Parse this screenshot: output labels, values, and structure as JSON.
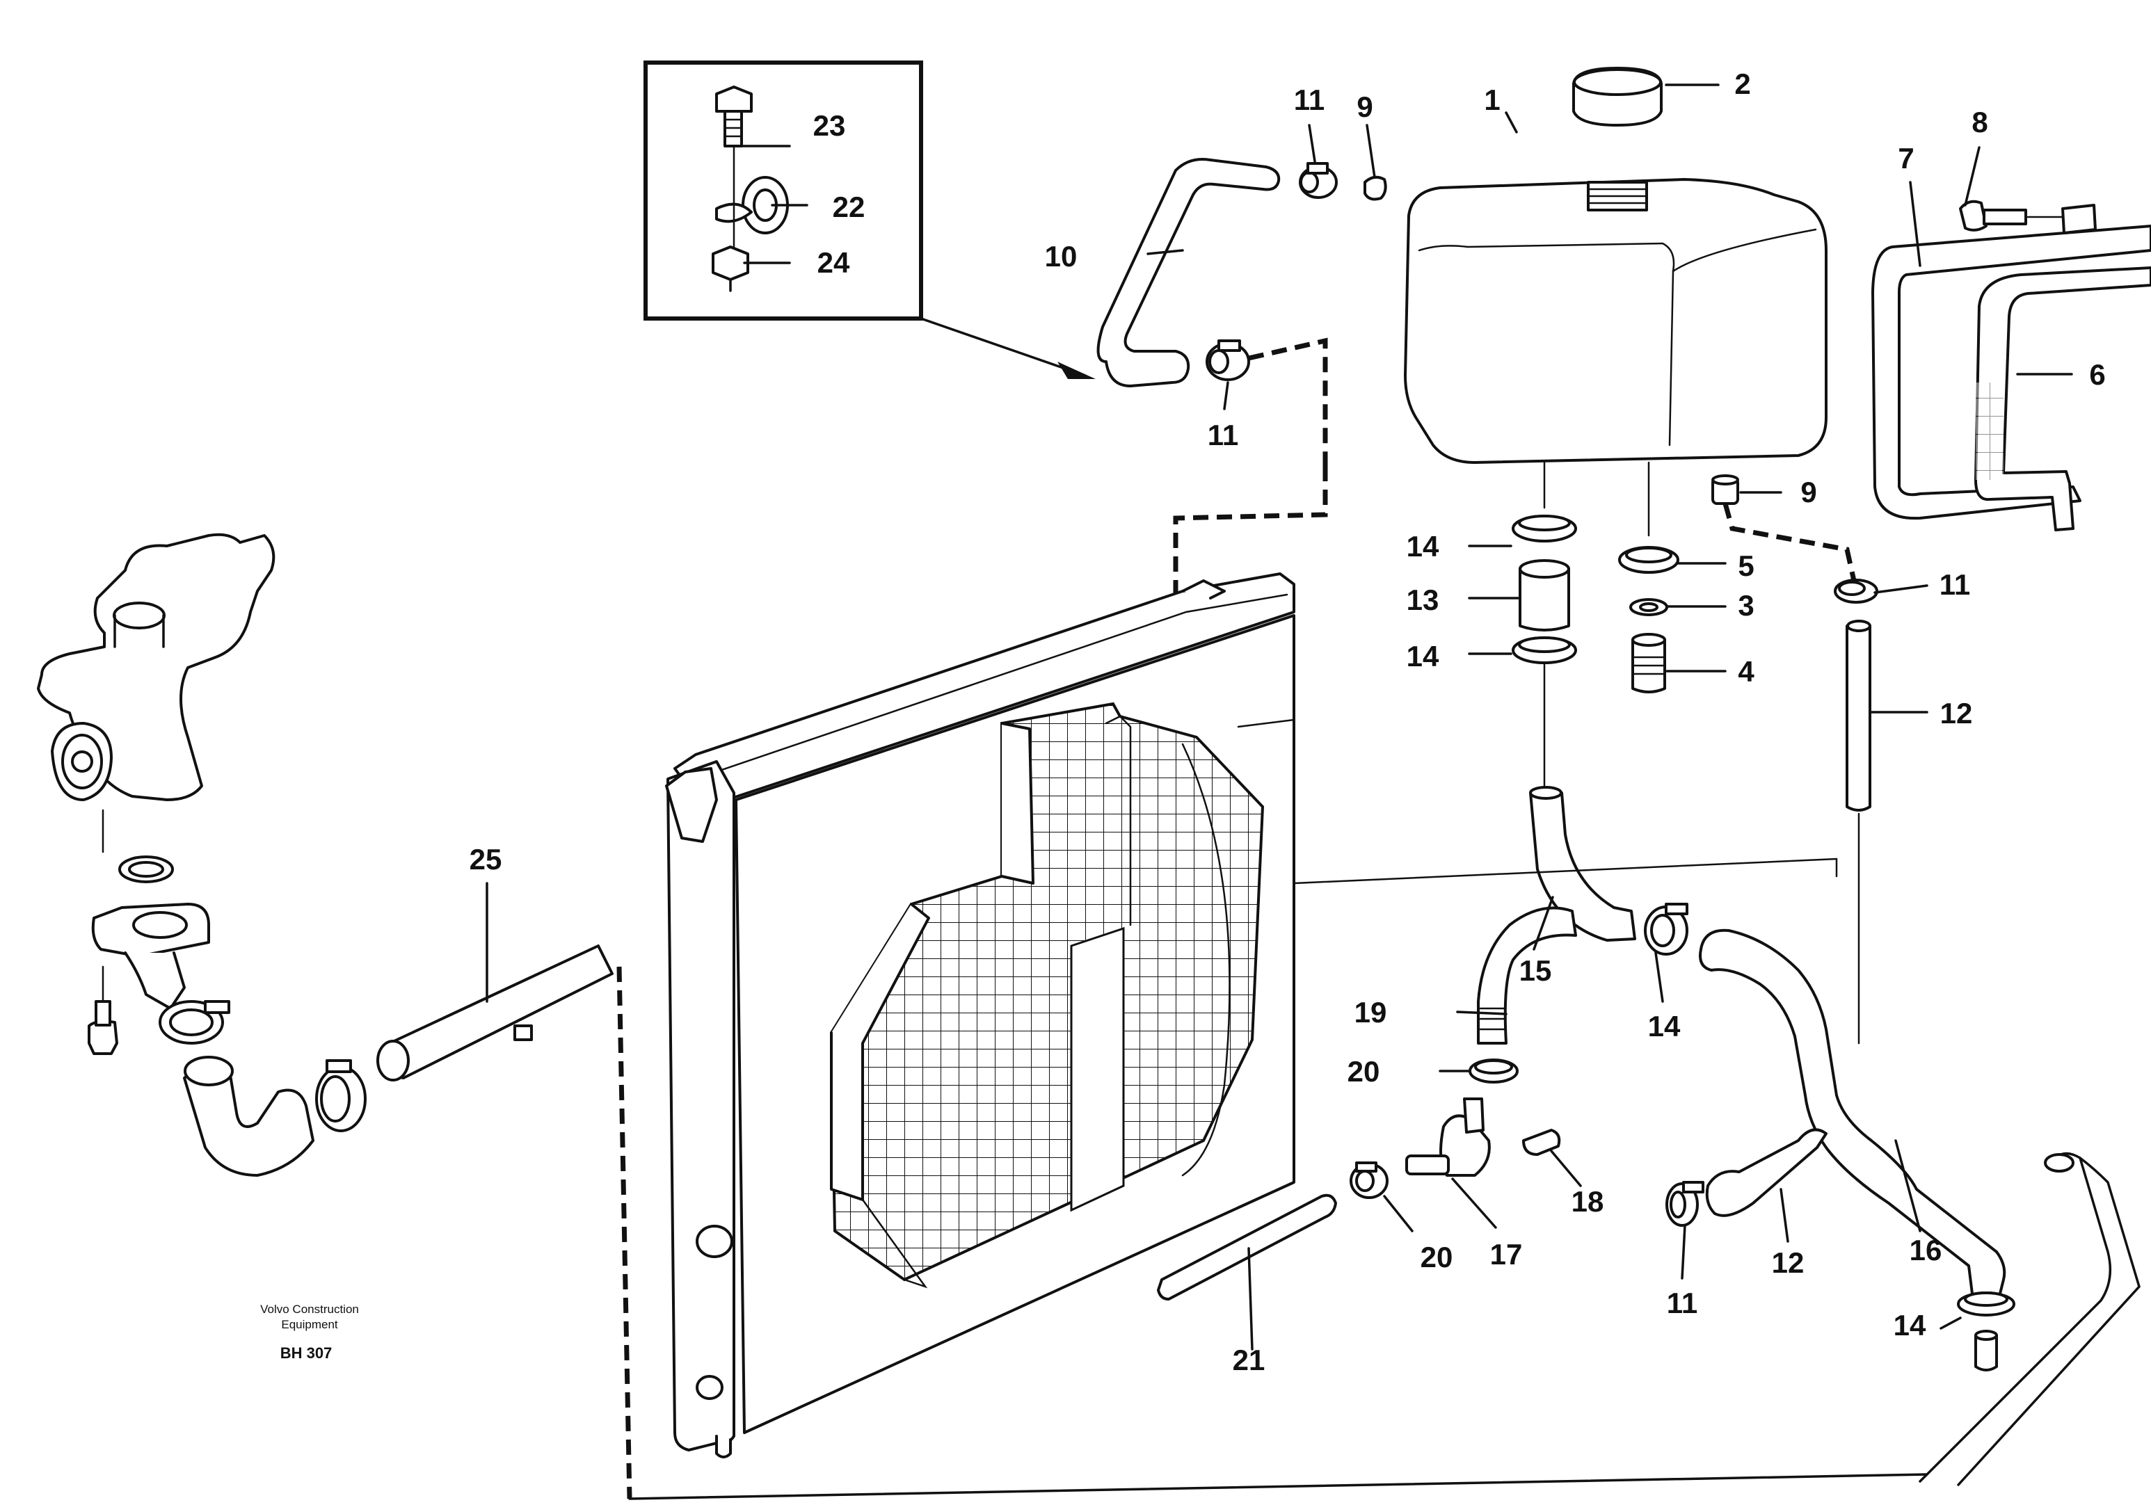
{
  "callouts": {
    "c1": "1",
    "c2": "2",
    "c3": "3",
    "c4": "4",
    "c5": "5",
    "c6": "6",
    "c7": "7",
    "c8": "8",
    "c9a": "9",
    "c9b": "9",
    "c10": "10",
    "c11a": "11",
    "c11b": "11",
    "c11c": "11",
    "c11d": "11",
    "c12a": "12",
    "c12b": "12",
    "c13": "13",
    "c14a": "14",
    "c14b": "14",
    "c14c": "14",
    "c14d": "14",
    "c15": "15",
    "c16": "16",
    "c17": "17",
    "c18": "18",
    "c19": "19",
    "c20a": "20",
    "c20b": "20",
    "c21": "21",
    "c22": "22",
    "c23": "23",
    "c24": "24",
    "c25": "25"
  },
  "footer": {
    "company_line1": "Volvo Construction",
    "company_line2": "Equipment",
    "code": "BH 307"
  }
}
